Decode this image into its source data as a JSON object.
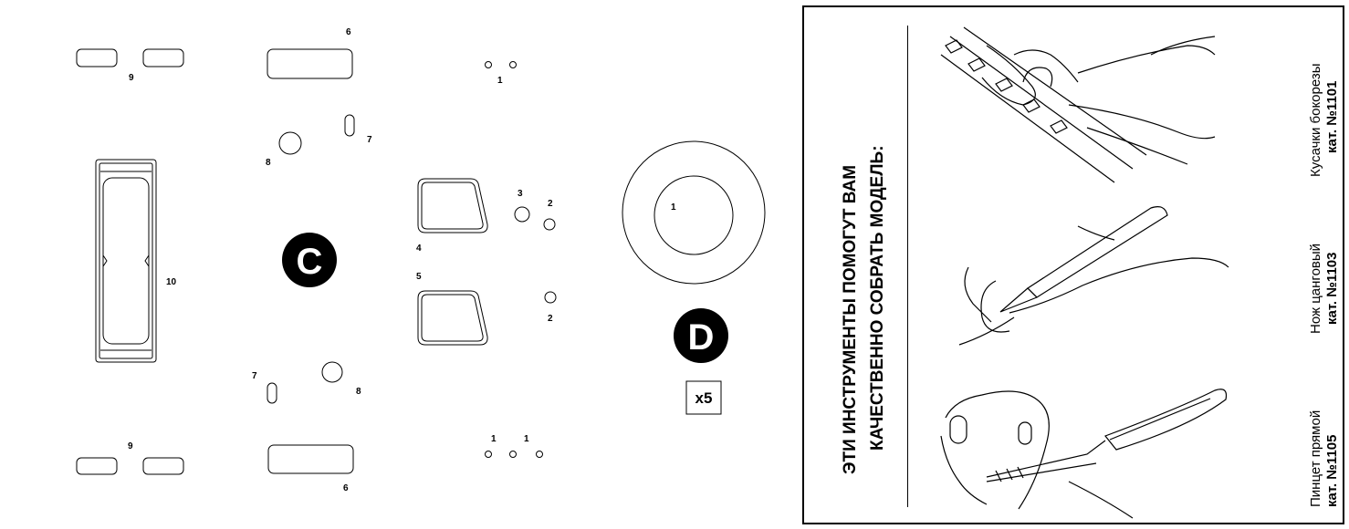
{
  "sprue": {
    "frame_c_letter": "C",
    "frame_d_letter": "D",
    "frame_d_multiplier": "x5",
    "part_numbers": {
      "n6_top": "6",
      "n9_top": "9",
      "n1_top": "1",
      "n7_top": "7",
      "n8_top": "8",
      "n10": "10",
      "n3": "3",
      "n2_a": "2",
      "n4": "4",
      "n5": "5",
      "n2_b": "2",
      "n7_bottom": "7",
      "n8_bottom": "8",
      "n9_bottom": "9",
      "n1_b1": "1",
      "n1_b2": "1",
      "n6_bottom": "6",
      "n1_wheel": "1"
    }
  },
  "tools_panel": {
    "headline_line1": "ЭТИ ИНСТРУМЕНТЫ ПОМОГУТ ВАМ",
    "headline_line2": "КАЧЕСТВЕННО СОБРАТЬ МОДЕЛЬ:",
    "tools": [
      {
        "name": "Кусачки бокорезы",
        "catalog": "кат. №1101",
        "icon": "side-cutters-icon"
      },
      {
        "name": "Нож цанговый",
        "catalog": "кат. №1103",
        "icon": "hobby-knife-icon"
      },
      {
        "name": "Пинцет прямой",
        "catalog": "кат. №1105",
        "icon": "tweezers-icon"
      }
    ]
  }
}
